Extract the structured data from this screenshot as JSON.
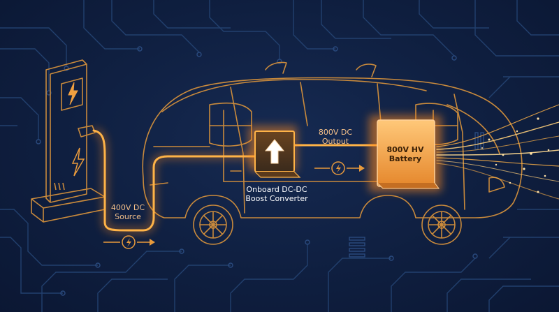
{
  "labels": {
    "source": [
      "400V DC",
      "Source"
    ],
    "output": [
      "800V DC",
      "Output"
    ],
    "converter": [
      "Onboard DC-DC",
      "Boost Converter"
    ],
    "battery": [
      "800V HV",
      "Battery"
    ]
  },
  "icons": {
    "charger_screen": "lightning-bolt-icon",
    "charger_body": "lightning-bolt-icon",
    "source_flow": "arrow-right-icon",
    "output_flow": "arrow-right-icon",
    "converter": "arrow-up-icon"
  },
  "colors": {
    "background": "#0f1e3d",
    "circuit": "#22406e",
    "outline": "#c98a3c",
    "glow": "#ff9a2e",
    "accent": "#ffb347",
    "battery_fill": "#f09a38"
  }
}
